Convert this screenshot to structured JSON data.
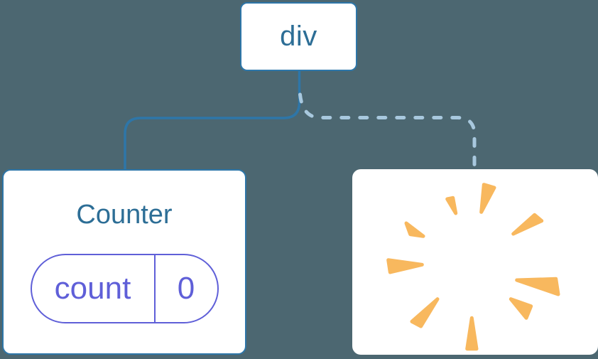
{
  "theme": {
    "background": "#4C6771",
    "card": "#FFFFFF",
    "border_blue": "#2E76A8",
    "text_blue": "#2D6E96",
    "link_solid": "#2E76A8",
    "link_dashed": "#A8C8DE",
    "purple": "#5F5FD8",
    "orange": "#F8B85E"
  },
  "tree": {
    "root": {
      "label": "div"
    },
    "counter": {
      "title": "Counter",
      "state_pill": {
        "key": "count",
        "value": "0"
      }
    },
    "removed": {
      "icon": "poof-burst"
    }
  }
}
